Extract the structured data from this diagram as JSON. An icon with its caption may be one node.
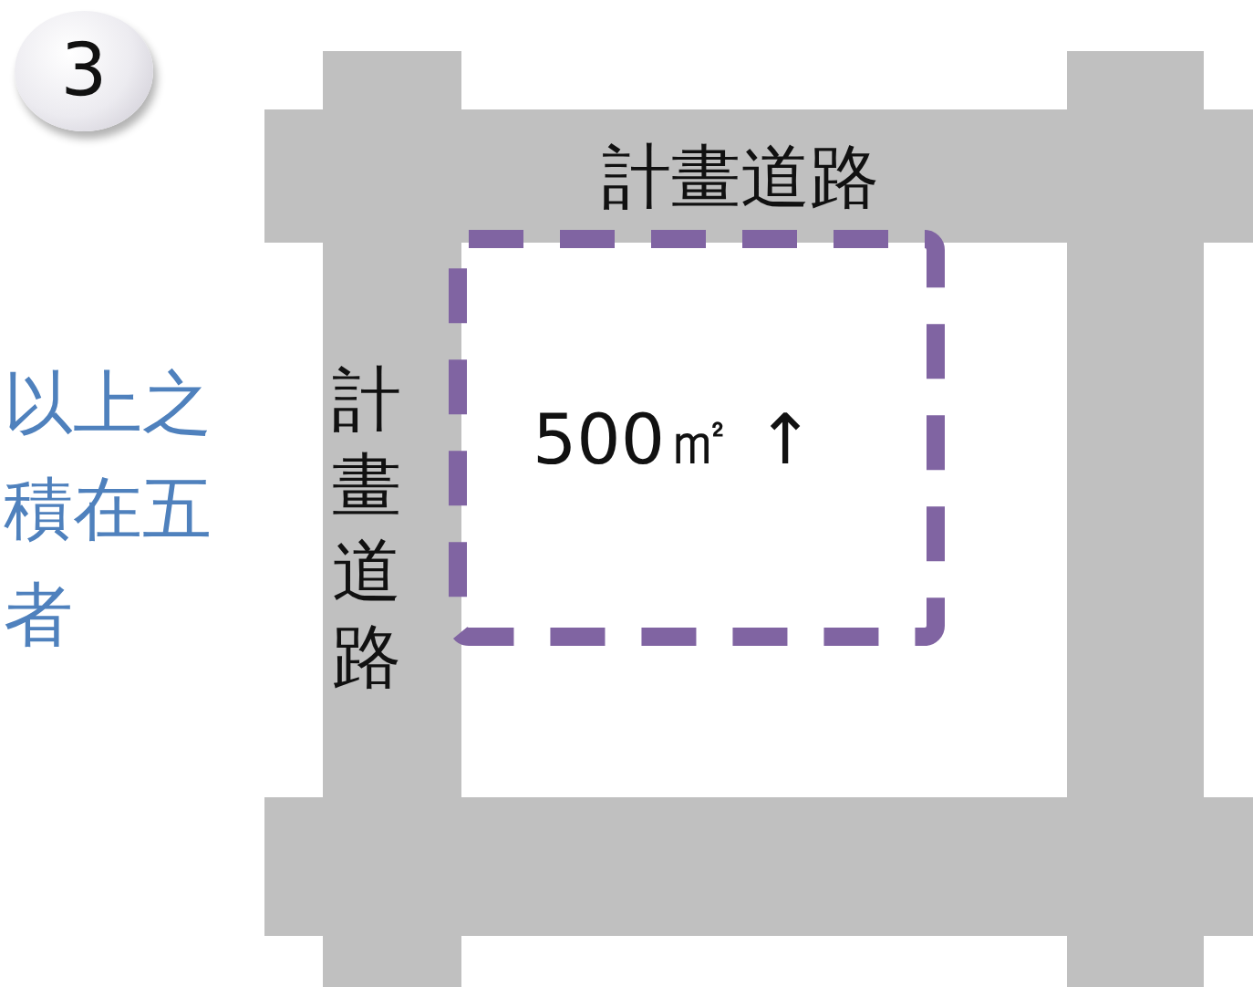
{
  "diagram": {
    "nodes": [
      {
        "text": [
          "3"
        ]
      },
      {
        "text": [
          "計畫道路"
        ]
      },
      {
        "text": [
          "計畫道路"
        ]
      },
      {
        "text": [],
        "shape": "bar"
      },
      {
        "text": [],
        "shape": "bar"
      },
      {
        "text": [
          "500㎡ ↑"
        ]
      }
    ],
    "edges": [],
    "labels": [
      "以上之積在五者"
    ]
  }
}
